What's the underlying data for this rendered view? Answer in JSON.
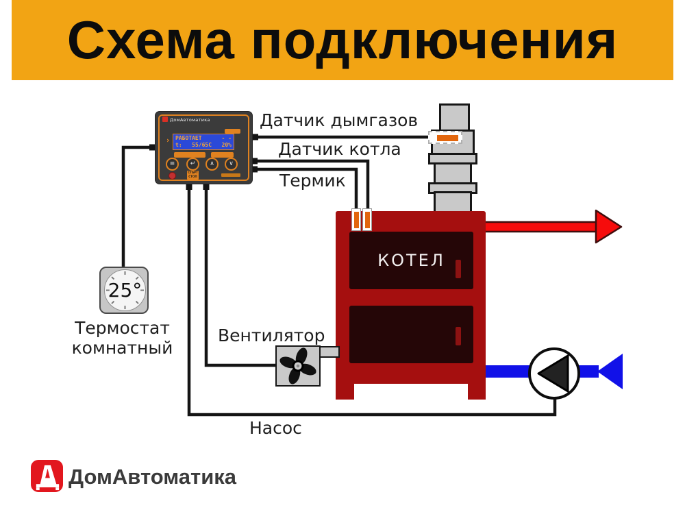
{
  "header": {
    "title": "Схема подключения"
  },
  "controller": {
    "brand": "ДомАвтоматика",
    "pointer": "›",
    "lcd": {
      "line1_left": "РАБОТАЕТ",
      "line1_right": "- -",
      "line2_a": "t:",
      "line2_b": "55/65C",
      "line2_c": "20%"
    },
    "buttons": {
      "menu": "≡",
      "back": "↵",
      "up": "∧",
      "down": "∨"
    },
    "start_stop": {
      "line1": "СТАРТ",
      "line2": "СТОП"
    }
  },
  "diagram": {
    "labels": {
      "flue_sensor": "Датчик дымгазов",
      "boiler_sensor": "Датчик котла",
      "thermic": "Термик",
      "fan": "Вентилятор",
      "pump": "Насос",
      "thermostat_line1": "Термостат",
      "thermostat_line2": "комнатный"
    },
    "boiler_label": "КОТЕЛ",
    "thermostat_temp": "25°"
  },
  "footer": {
    "brand": "ДомАвтоматика"
  },
  "colors": {
    "banner_orange": "#F2A414",
    "boiler_red": "#A50F0F",
    "supply_red": "#F60C0C",
    "return_blue": "#1111E8",
    "controller_accent": "#E08220",
    "lcd_blue": "#2B49D8",
    "logo_red": "#E2171E"
  }
}
